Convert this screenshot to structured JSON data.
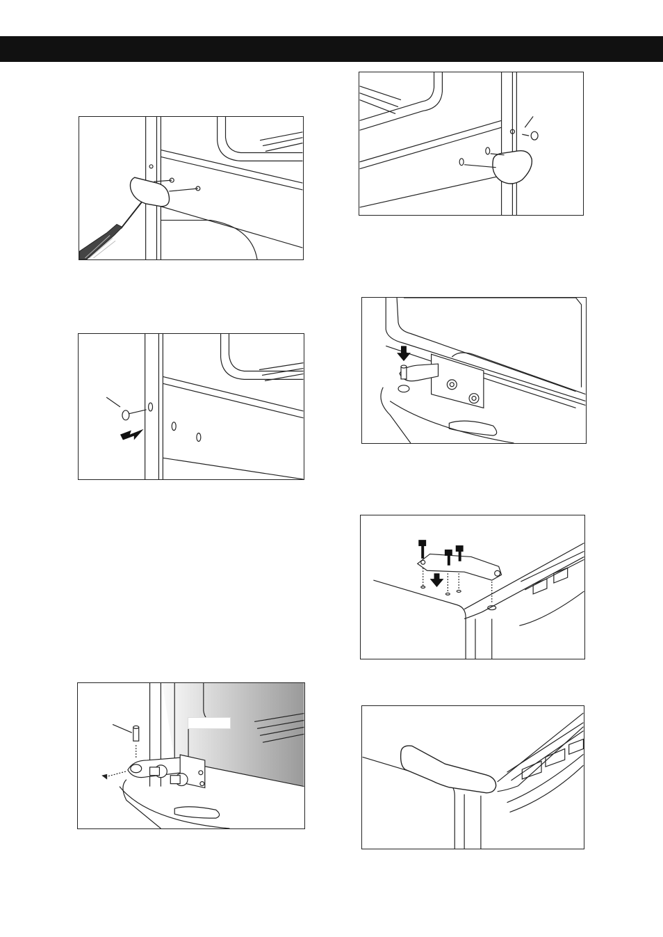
{
  "page": {
    "header_text": "",
    "figures": [
      {
        "id": "fig-remove-hinge-cover",
        "caption": ""
      },
      {
        "id": "fig-remove-screw-arrow",
        "caption": ""
      },
      {
        "id": "fig-hinge-bracket-closeup",
        "caption": ""
      },
      {
        "id": "fig-install-hinge-cover",
        "caption": ""
      },
      {
        "id": "fig-door-pin-down",
        "caption": ""
      },
      {
        "id": "fig-top-hinge-screws",
        "caption": ""
      },
      {
        "id": "fig-top-hinge-cover",
        "caption": ""
      }
    ],
    "callout_label": ""
  }
}
